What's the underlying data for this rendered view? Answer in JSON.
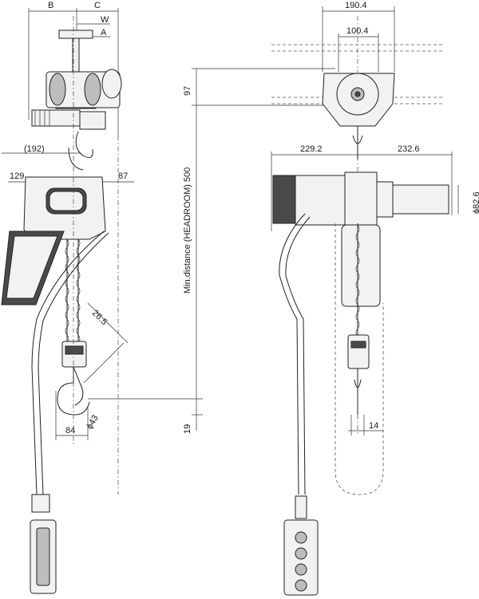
{
  "labels": {
    "B": "B",
    "C": "C",
    "W": "W",
    "A": "A",
    "width_192": "(192)",
    "left_129": "129",
    "right_87": "87",
    "angle_26_5": "26.5",
    "hook_dia_43": "ϕ43",
    "bottom_84": "84",
    "dim_97": "97",
    "headroom": "Min.distance (HEADROOM) 500",
    "dim_19": "19",
    "width_190_4": "190.4",
    "width_100_4": "100.4",
    "left_229_2": "229.2",
    "right_232_6": "232.6",
    "motor_dia": "ϕ82.6",
    "chain_14": "14"
  },
  "colors": {
    "line": "#222222",
    "body_fill": "#f2f2f2",
    "dark_fill": "#4a4a4a",
    "mid_fill": "#bdbdbd"
  }
}
